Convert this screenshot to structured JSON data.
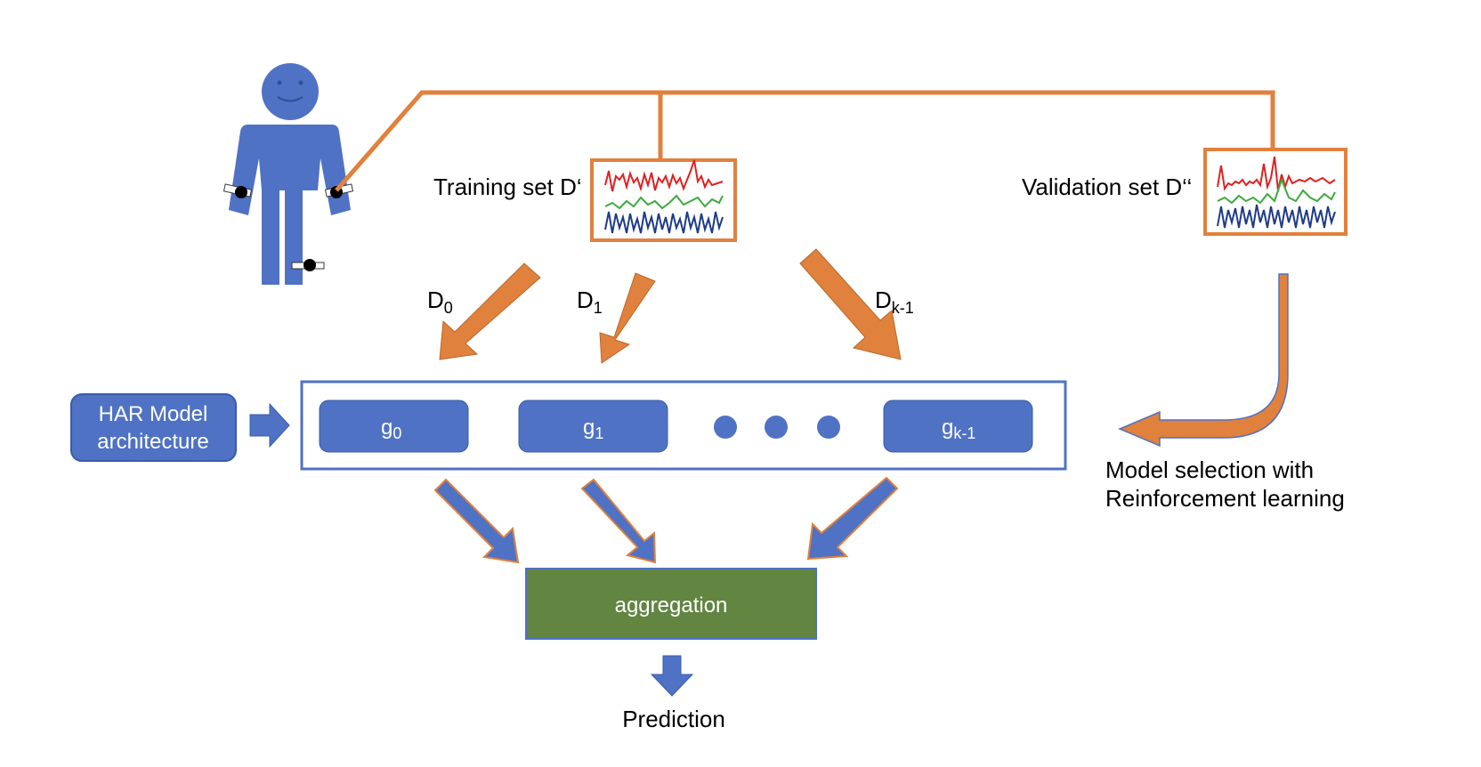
{
  "colors": {
    "blue": "#4F72C4",
    "blue_dark": "#3A5BA8",
    "orange": "#E0813D",
    "green": "#628542",
    "green_border": "#4A7034",
    "signal_red": "#E02020",
    "signal_green": "#3DAA3D",
    "signal_blue": "#1F3C8A"
  },
  "labels": {
    "training_set": "Training set D‘",
    "validation_set": "Validation set D‘‘",
    "d0_main": "D",
    "d0_sub": "0",
    "d1_main": "D",
    "d1_sub": "1",
    "dk_main": "D",
    "dk_sub": "k-1",
    "har_line1": "HAR Model",
    "har_line2": "architecture",
    "g0_main": "g",
    "g0_sub": "0",
    "g1_main": "g",
    "g1_sub": "1",
    "gk_main": "g",
    "gk_sub": "k-1",
    "aggregation": "aggregation",
    "prediction": "Prediction",
    "model_sel_line1": "Model selection with",
    "model_sel_line2": "Reinforcement learning"
  },
  "icons": [
    "person-with-wearable-sensors-icon",
    "sensor-signal-plot-icon"
  ]
}
